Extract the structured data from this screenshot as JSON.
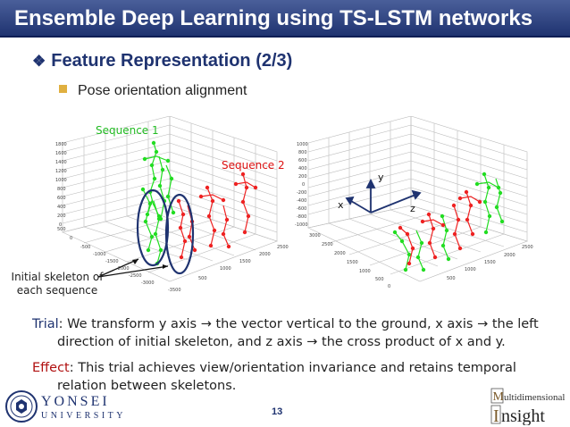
{
  "slide": {
    "title": "Ensemble Deep Learning using TS-LSTM networks",
    "heading": "Feature Representation (2/3)",
    "bullet": "Pose orientation alignment",
    "page_number": "13"
  },
  "figure": {
    "left_plot": {
      "sequence1_label": "Sequence 1",
      "sequence2_label": "Sequence 2",
      "caption_line1": "Initial skeleton of",
      "caption_line2": "each sequence",
      "ticks_left": [
        "1800",
        "1600",
        "1400",
        "1200",
        "1000",
        "800",
        "600",
        "400",
        "200",
        "0"
      ],
      "tick_bottom_left": [
        "-500",
        "-1000",
        "-1500",
        "-2000",
        "-2500",
        "-3000",
        "-3500"
      ],
      "tick_bottom_right": [
        "500",
        "1000",
        "1500",
        "2000",
        "2500"
      ],
      "z_tick_500": "500",
      "z_tick_0": "0"
    },
    "right_plot": {
      "axis_y": "y",
      "axis_x": "x",
      "axis_z": "z",
      "ticks_left": [
        "1000",
        "800",
        "600",
        "400",
        "200",
        "0",
        "-200",
        "-400",
        "-600",
        "-800",
        "-1000"
      ],
      "tick_bottom_left": [
        "3000",
        "2500",
        "2000",
        "1500",
        "1000",
        "500",
        "0"
      ],
      "tick_bottom_right": [
        "500",
        "1000",
        "1500",
        "2000",
        "2500"
      ]
    },
    "colors": {
      "green": "#22dd22",
      "red": "#ee2222",
      "circle": "#1f3370"
    }
  },
  "text": {
    "trial_label": "Trial",
    "trial_line1": ": We transform y axis → the vector vertical to the ground, x axis → the left",
    "trial_line2": "direction of initial skeleton, and z axis → the cross product of x and y.",
    "effect_label": "Effect",
    "effect_line1": ": This trial achieves view/orientation invariance and retains temporal",
    "effect_line2": "relation between skeletons."
  },
  "logos": {
    "yonsei_name": "YONSEI",
    "yonsei_sub": "UNIVERSITY",
    "mi_line1": "ultidimensional",
    "mi_m": "M",
    "mi_line2": "nsight",
    "mi_i": "I"
  }
}
